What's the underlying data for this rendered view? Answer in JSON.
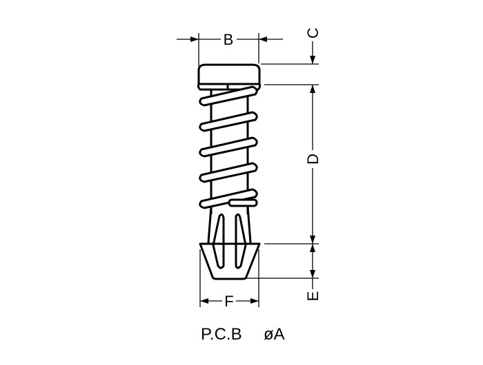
{
  "diagram": {
    "title": "PCB support spacer with spring - dimension drawing",
    "dimensions": {
      "B": "B",
      "C": "C",
      "D": "D",
      "E": "E",
      "F": "F"
    },
    "caption": {
      "pcb": "P.C.B",
      "hole": "øA"
    },
    "colors": {
      "line": "#000000",
      "background": "#ffffff"
    }
  }
}
